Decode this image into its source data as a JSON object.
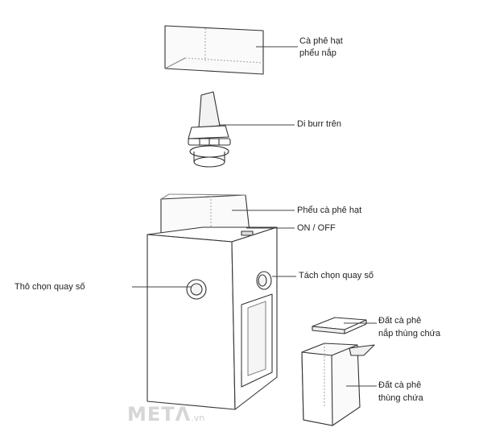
{
  "labels": {
    "hopper_lid_line1": "Cà phê hạt",
    "hopper_lid_line2": "phểu nắp",
    "upper_burr": "Di burr trên",
    "bean_hopper": "Phểu cà phê hạt",
    "on_off": "ON / OFF",
    "coarse_dial": "Thô chọn quay số",
    "separate_dial": "Tách chọn quay số",
    "container_lid_line1": "Đất cà phê",
    "container_lid_line2": "nắp thùng chứa",
    "container_line1": "Đất cà phê",
    "container_line2": "thùng chứa"
  },
  "watermark": {
    "brand": "METΛ",
    "suffix": ".vn"
  }
}
